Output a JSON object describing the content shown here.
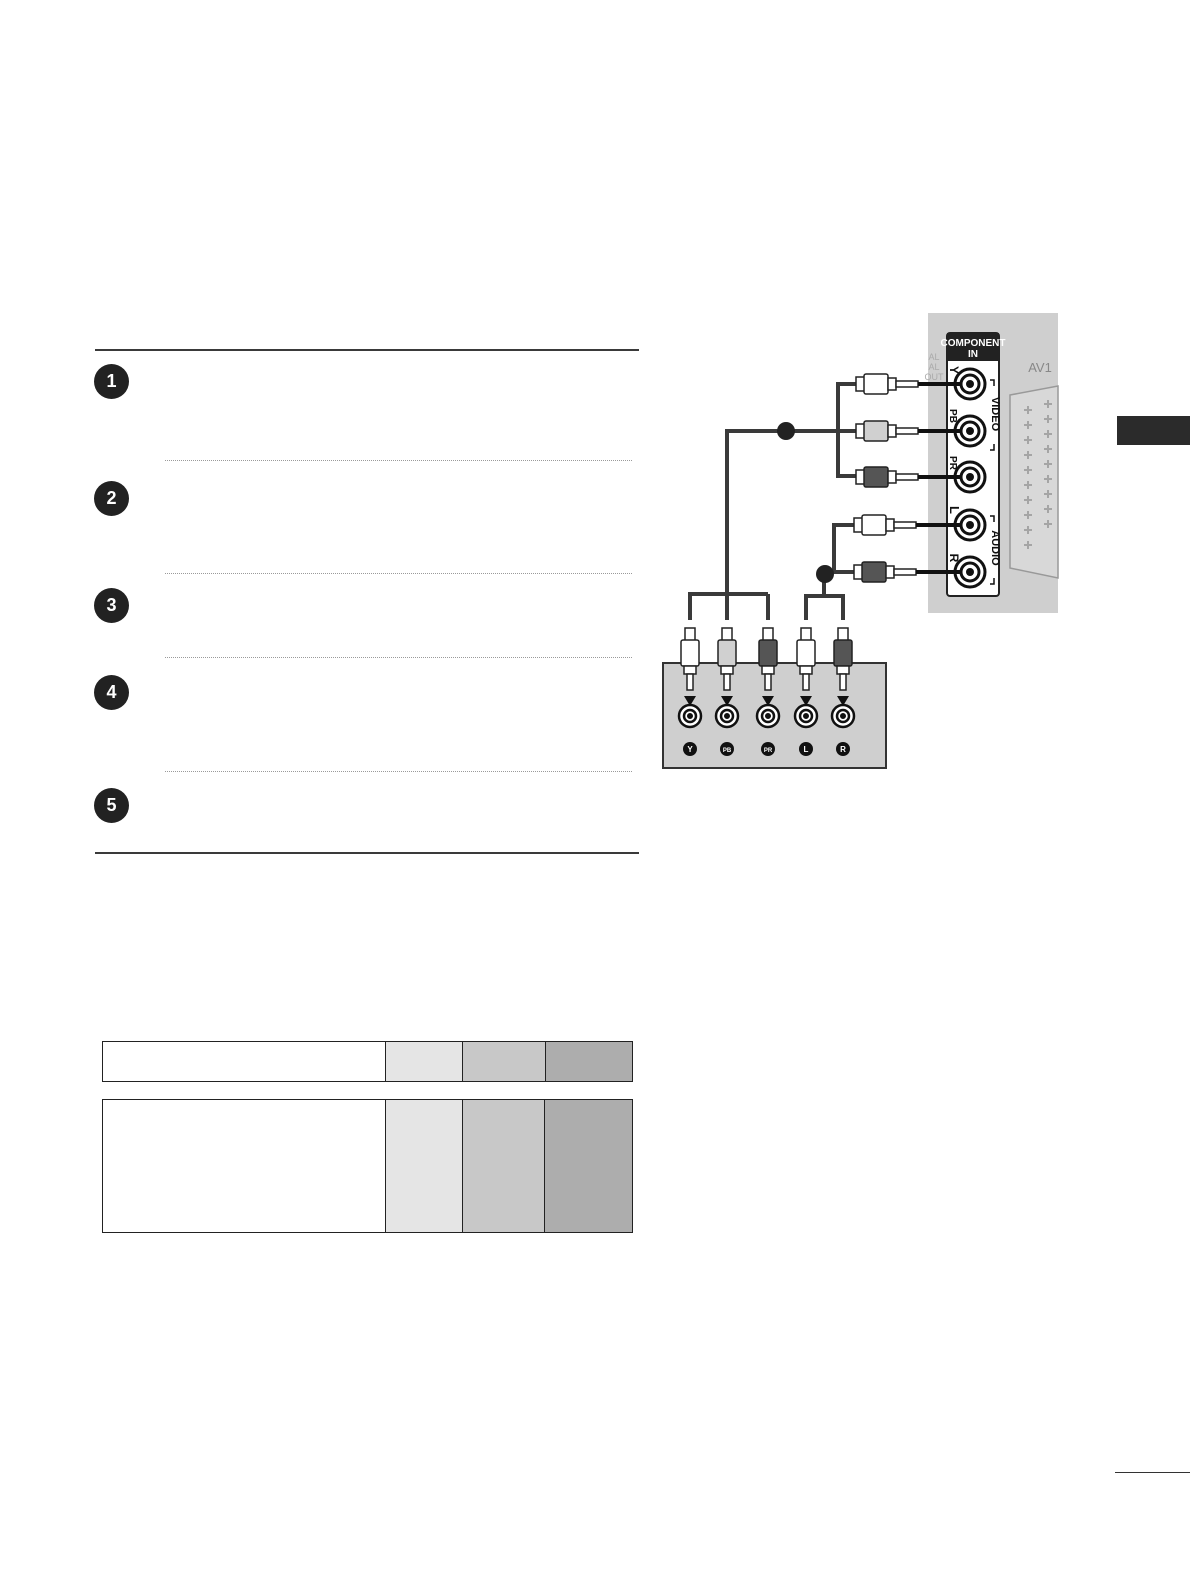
{
  "steps": [
    "1",
    "2",
    "3",
    "4",
    "5"
  ],
  "tv_panel": {
    "component_header_line1": "COMPONENT",
    "component_header_line2": "IN",
    "av_label": "AV1",
    "video_label": "VIDEO",
    "audio_label": "AUDIO",
    "port_labels": [
      "Y",
      "PB",
      "PR",
      "L",
      "R"
    ],
    "faded_side_text": [
      "AL",
      "AL",
      "OUT"
    ]
  },
  "device_panel": {
    "jack_labels": [
      "Y",
      "PB",
      "PR",
      "L",
      "R"
    ]
  },
  "colors": {
    "panel_gray": "#cfcfcf",
    "cable_dark": "#3a3a3a",
    "table_light": "#e5e5e5",
    "table_medium": "#c8c8c8",
    "table_dark": "#adadad"
  }
}
